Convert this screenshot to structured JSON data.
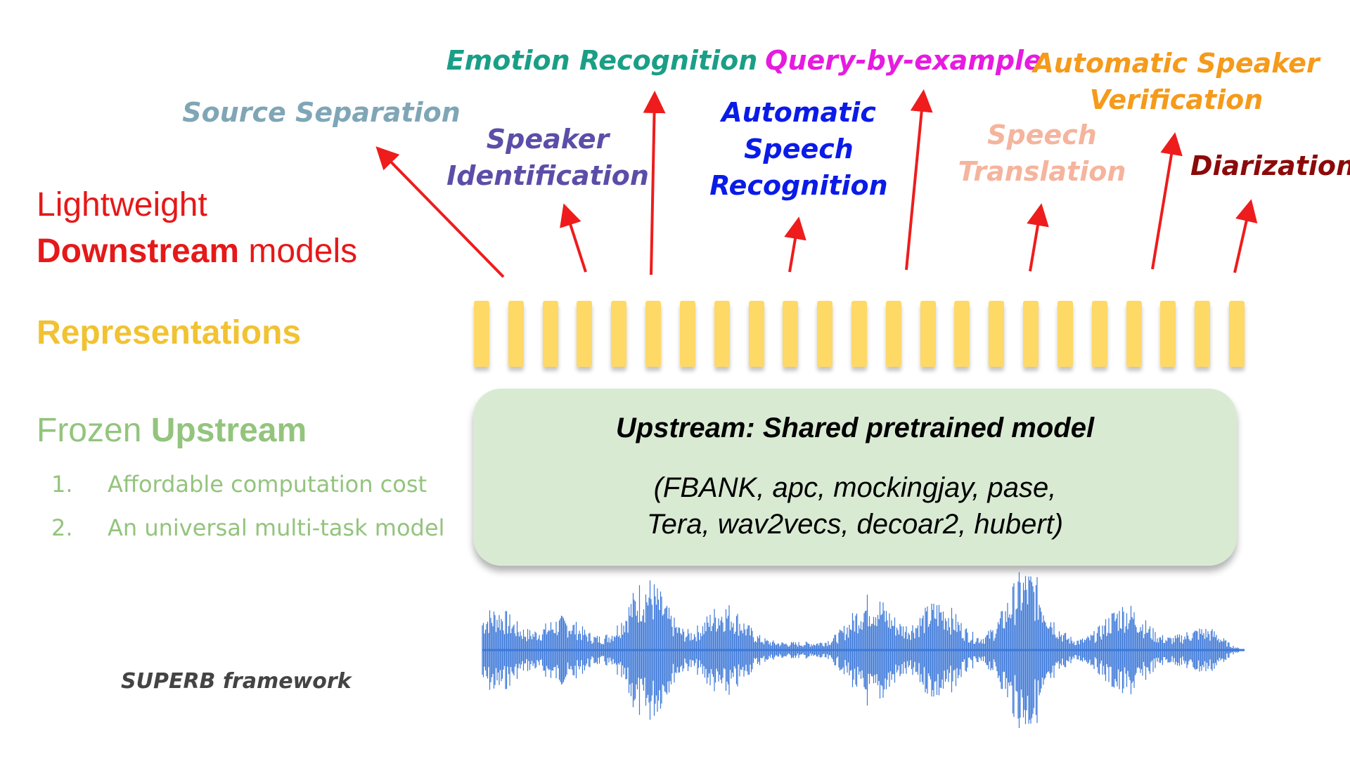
{
  "tasks": [
    {
      "id": "source-separation",
      "lines": [
        "Source Separation"
      ],
      "color": "#7fa6b6"
    },
    {
      "id": "emotion-recognition",
      "lines": [
        "Emotion Recognition"
      ],
      "color": "#1a9f86"
    },
    {
      "id": "speaker-identification",
      "lines": [
        "Speaker",
        "Identification"
      ],
      "color": "#5b4ea8"
    },
    {
      "id": "automatic-speech-recognition",
      "lines": [
        "Automatic",
        "Speech",
        "Recognition"
      ],
      "color": "#0a1be8"
    },
    {
      "id": "query-by-example",
      "lines": [
        "Query-by-example"
      ],
      "color": "#e61be0"
    },
    {
      "id": "speech-translation",
      "lines": [
        "Speech",
        "Translation"
      ],
      "color": "#f5b49d"
    },
    {
      "id": "automatic-speaker-verification",
      "lines": [
        "Automatic Speaker",
        "Verification"
      ],
      "color": "#f59a1a"
    },
    {
      "id": "diarization",
      "lines": [
        "Diarization"
      ],
      "color": "#8b0a0a"
    }
  ],
  "left": {
    "lightweight": "Lightweight",
    "downstream": "Downstream",
    "models": " models",
    "representations": "Representations",
    "frozen": "Frozen ",
    "upstream": "Upstream",
    "list": [
      {
        "num": "1.",
        "text": "Affordable computation cost"
      },
      {
        "num": "2.",
        "text": "An universal multi-task model"
      }
    ]
  },
  "upstream_box": {
    "title": "Upstream: Shared pretrained model",
    "models_line1": "(FBANK, apc, mockingjay, pase,",
    "models_line2": "Tera, wav2vecs, decoar2, hubert)"
  },
  "caption": "SUPERB framework",
  "colors": {
    "arrow": "#ee1c1c",
    "downstream": "#e51919",
    "representations": "#f1c232",
    "upstream_green": "#93c47d",
    "box_fill": "#d9ead3",
    "rep_bar": "#ffd966",
    "waveform": "#3c78d8"
  },
  "representation_bar_count": 23,
  "icons": [
    "speech-waveform-icon"
  ]
}
